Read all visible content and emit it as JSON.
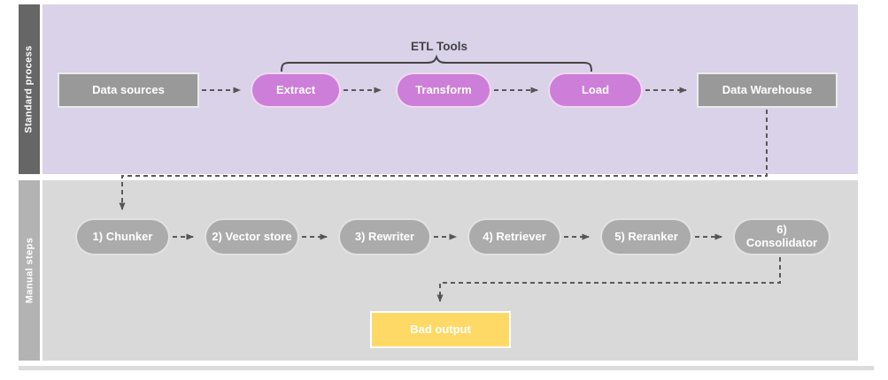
{
  "diagram": {
    "annotation": {
      "label": "ETL Tools",
      "spans_nodes": [
        "extract",
        "transform",
        "load"
      ]
    },
    "lanes": [
      {
        "label": "Standard process",
        "nodes": [
          {
            "id": "data-sources",
            "label": "Data sources",
            "shape": "rectangle"
          },
          {
            "id": "extract",
            "label": "Extract",
            "shape": "pill"
          },
          {
            "id": "transform",
            "label": "Transform",
            "shape": "pill"
          },
          {
            "id": "load",
            "label": "Load",
            "shape": "pill"
          },
          {
            "id": "data-warehouse",
            "label": "Data Warehouse",
            "shape": "rectangle"
          }
        ]
      },
      {
        "label": "Manual steps",
        "nodes": [
          {
            "id": "chunker",
            "label": "1) Chunker",
            "shape": "pill"
          },
          {
            "id": "vector-store",
            "label": "2) Vector store",
            "shape": "pill"
          },
          {
            "id": "rewriter",
            "label": "3) Rewriter",
            "shape": "pill"
          },
          {
            "id": "retriever",
            "label": "4) Retriever",
            "shape": "pill"
          },
          {
            "id": "reranker",
            "label": "5) Reranker",
            "shape": "pill"
          },
          {
            "id": "consolidator",
            "label": "6) Consolidator",
            "shape": "pill"
          },
          {
            "id": "bad-output",
            "label": "Bad output",
            "shape": "rectangle"
          }
        ]
      }
    ],
    "edges": [
      {
        "from": "data-sources",
        "to": "extract",
        "style": "dashed-arrow"
      },
      {
        "from": "extract",
        "to": "transform",
        "style": "dashed-arrow"
      },
      {
        "from": "transform",
        "to": "load",
        "style": "dashed-arrow"
      },
      {
        "from": "load",
        "to": "data-warehouse",
        "style": "dashed-arrow"
      },
      {
        "from": "data-warehouse",
        "to": "chunker",
        "style": "dashed-arrow"
      },
      {
        "from": "chunker",
        "to": "vector-store",
        "style": "dashed-arrow"
      },
      {
        "from": "vector-store",
        "to": "rewriter",
        "style": "dashed-arrow"
      },
      {
        "from": "rewriter",
        "to": "retriever",
        "style": "dashed-arrow"
      },
      {
        "from": "retriever",
        "to": "reranker",
        "style": "dashed-arrow"
      },
      {
        "from": "reranker",
        "to": "consolidator",
        "style": "dashed-arrow"
      },
      {
        "from": "consolidator",
        "to": "bad-output",
        "style": "dashed-arrow"
      }
    ],
    "colors": {
      "standard_lane_bg": "#d9d2e9",
      "manual_lane_bg": "#d9d9d9",
      "standard_lane_label_bg": "#666666",
      "manual_lane_label_bg": "#b3b3b3",
      "etl_pill_fill": "#cd7ed8",
      "gray_box_fill": "#999999",
      "manual_pill_fill": "#ababab",
      "bad_output_fill": "#ffd966",
      "connector": "#595959",
      "annotation_text": "#434343",
      "node_text": "#ffffff"
    }
  }
}
